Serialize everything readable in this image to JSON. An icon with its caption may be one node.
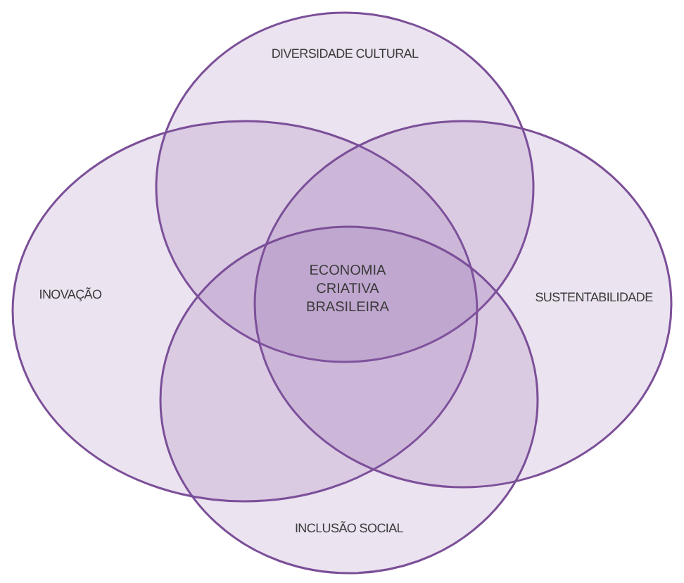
{
  "diagram": {
    "nodes": [
      {
        "text": [
          "DIVERSIDADE CULTURAL"
        ]
      },
      {
        "text": [
          "INOVAÇÃO"
        ]
      },
      {
        "text": [
          "SUSTENTABILIDADE"
        ]
      },
      {
        "text": [
          "INCLUSÃO SOCIAL"
        ]
      }
    ],
    "labels": [
      "ECONOMIA CRIATIVA BRASILEIRA"
    ]
  }
}
